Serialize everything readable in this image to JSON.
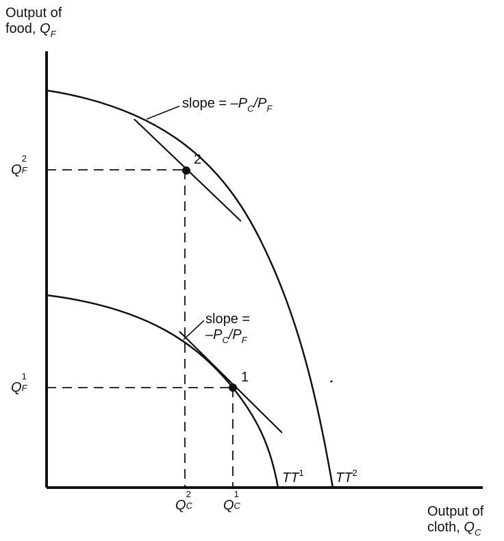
{
  "y_axis": {
    "line1": "Output of",
    "line2": "food,",
    "var": "Q",
    "sub": "F"
  },
  "x_axis": {
    "line1": "Output of",
    "line2": "cloth,",
    "var": "Q",
    "sub": "C"
  },
  "curves": [
    {
      "name": "TT",
      "sup": "1"
    },
    {
      "name": "TT",
      "sup": "2"
    }
  ],
  "points": [
    {
      "label": "1",
      "qf": {
        "var": "Q",
        "sup": "1",
        "sub": "F"
      },
      "qc": {
        "var": "Q",
        "sup": "1",
        "sub": "C"
      }
    },
    {
      "label": "2",
      "qf": {
        "var": "Q",
        "sup": "2",
        "sub": "F"
      },
      "qc": {
        "var": "Q",
        "sup": "2",
        "sub": "C"
      }
    }
  ],
  "slope_top": {
    "text": "slope = ",
    "expr": "–P",
    "s1": "C",
    "mid": "/P",
    "s2": "F"
  },
  "slope_bottom": {
    "line1": "slope =",
    "expr": "–P",
    "s1": "C",
    "mid": "/P",
    "s2": "F"
  }
}
